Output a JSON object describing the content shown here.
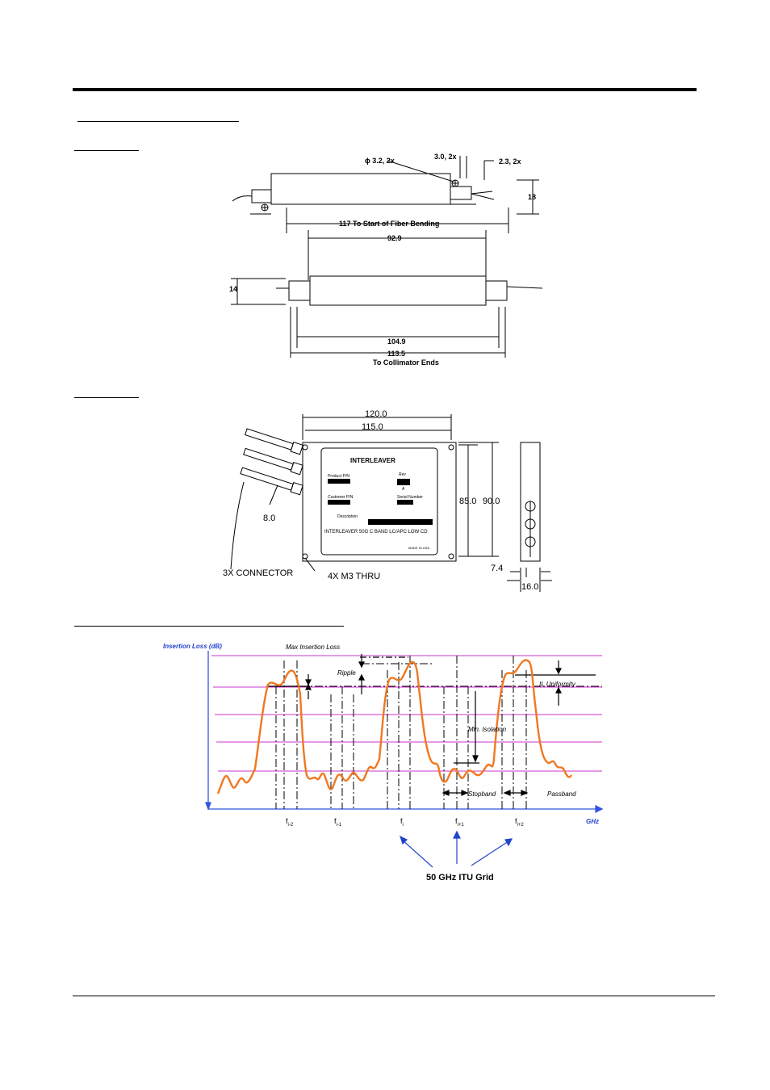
{
  "drawing1": {
    "labels": {
      "hole": "ϕ 3.2, 2x",
      "edge": "3.0, 2x",
      "offset": "2.3, 2x",
      "height": "18",
      "fiber_bend": "117 To Start of Fiber Bending",
      "body_len": "92.9",
      "thickness": "14",
      "inner_len": "104.9",
      "collimator_len": "113.5",
      "collimator_note": "To Collimator Ends"
    }
  },
  "drawing2": {
    "labels": {
      "w_outer": "120.0",
      "w_inner": "115.0",
      "h_inner": "85.0",
      "h_outer": "90.0",
      "connector_dim": "8.0",
      "connector_note": "3X CONNECTOR",
      "mount_note": "4X M3 THRU",
      "side_dim": "7.4",
      "depth": "16.0"
    },
    "plate": {
      "title": "INTERLEAVER",
      "part": "Product P/N",
      "rev": "Rev",
      "rev_val": "A",
      "customer": "Customer P/N",
      "serial": "Serial Number",
      "description": "Description",
      "desc_text": "INTERLEAVER 50G C BAND LC/APC LOW CD",
      "origin": "MADE IN USA"
    }
  },
  "chart": {
    "ylabel": "Insertion Loss (dB)",
    "xlabel": "GHz",
    "annotations": {
      "max_il": "Max Insertion Loss",
      "ripple": "Ripple",
      "il_uniformity": "IL Uniformity",
      "min_isolation": "Min. Isolation",
      "stopband": "Stopband",
      "passband": "Passband",
      "itu_grid": "50 GHz ITU Grid"
    },
    "ticks": [
      {
        "base": "f",
        "sub": "i-2"
      },
      {
        "base": "f",
        "sub": "i-1"
      },
      {
        "base": "f",
        "sub": "i"
      },
      {
        "base": "f",
        "sub": "i+1"
      },
      {
        "base": "f",
        "sub": "i+2"
      }
    ],
    "colors": {
      "curve": "#f07820",
      "grid": "#cc33cc",
      "axis": "#3355dd",
      "label": "#2244cc"
    }
  }
}
